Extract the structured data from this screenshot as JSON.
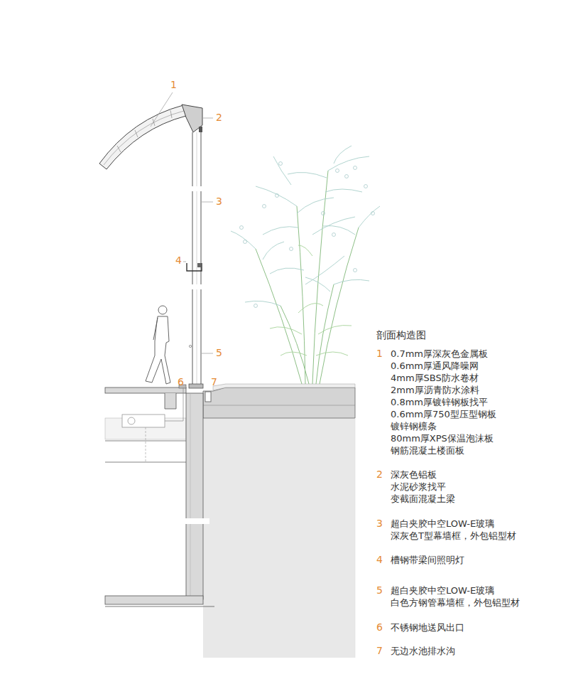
{
  "diagram": {
    "title": "剖面构造图",
    "labels": [
      "1",
      "2",
      "3",
      "4",
      "5",
      "6",
      "7",
      "1",
      "0.7mm厚深灰色金属板",
      "0.6mm厚通风降噪网",
      "4mm厚SBS防水卷材",
      "2mm厚沥青防水涂料",
      "0.8mm厚镀锌钢板找平",
      "0.6mm厚750型压型钢板",
      "镀锌钢檩条",
      "80mm厚XPS保温泡沫板",
      "钢筋混凝土楼面板",
      "2",
      "深灰色铝板",
      "水泥砂浆找平",
      "变截面混凝土梁",
      "3",
      "超白夹胶中空LOW-E玻璃",
      "深灰色T型幕墙框，外包铝型材",
      "4",
      "槽钢带梁间照明灯",
      "5",
      "超白夹胶中空LOW-E玻璃",
      "白色方钢管幕墙框，外包铝型材",
      "6",
      "不锈钢地送风出口",
      "7",
      "无边水池排水沟"
    ]
  }
}
